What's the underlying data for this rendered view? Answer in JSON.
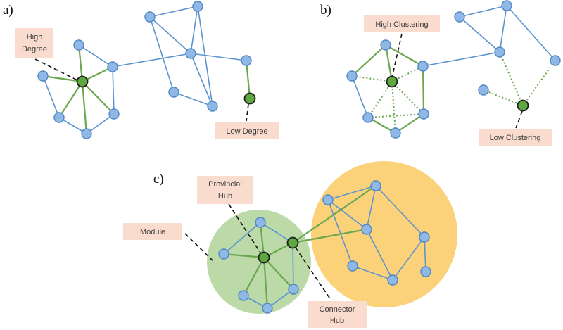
{
  "panels": {
    "a": {
      "label": "a)",
      "callouts": {
        "high_degree": [
          "High",
          "Degree"
        ],
        "low_degree": "Low Degree"
      }
    },
    "b": {
      "label": "b)",
      "callouts": {
        "high_clustering": "High Clustering",
        "low_clustering": "Low Clustering"
      }
    },
    "c": {
      "label": "c)",
      "callouts": {
        "provincial_hub": [
          "Provincial",
          "Hub"
        ],
        "module": "Module",
        "connector_hub": [
          "Connector",
          "Hub"
        ]
      }
    }
  },
  "colors": {
    "regular_node": "#8fb8e6",
    "highlighted_node": "#5fa83f",
    "regular_edge": "#5a93cf",
    "highlighted_edge": "#6aa84f",
    "callout_fill": "#f9dccd",
    "module_green": "#bcd9a8",
    "module_yellow": "#fbd27a"
  }
}
